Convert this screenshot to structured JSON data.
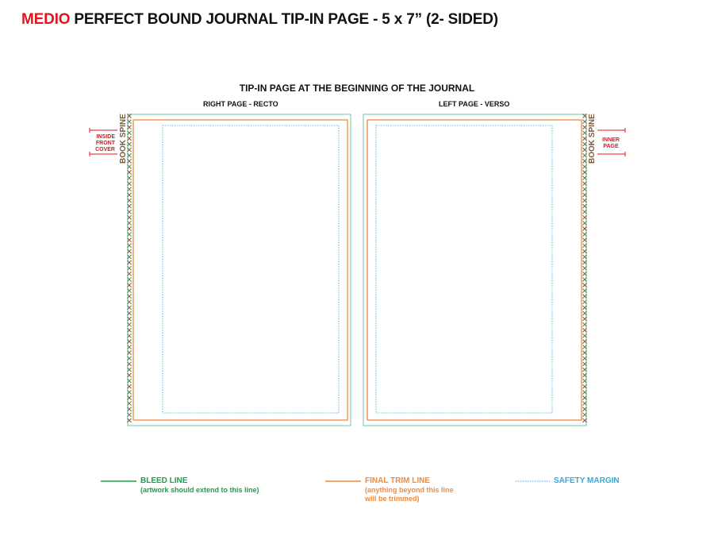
{
  "header": {
    "brand": "MEDIO",
    "title": " PERFECT BOUND JOURNAL TIP-IN PAGE - 5 x 7” (2- SIDED)"
  },
  "section_title": "TIP-IN PAGE AT THE BEGINNING OF THE JOURNAL",
  "pages": {
    "recto_label": "RIGHT PAGE - RECTO",
    "verso_label": "LEFT PAGE - VERSO"
  },
  "spine": {
    "label": "BOOK SPINE",
    "left_callout": [
      "INSIDE",
      "FRONT",
      "COVER"
    ],
    "right_callout": [
      "INNER",
      "PAGE"
    ]
  },
  "legend": {
    "bleed": {
      "title": "BLEED LINE",
      "note": "(artwork should extend to this line)"
    },
    "trim": {
      "title": "FINAL TRIM LINE",
      "note_line1": "(anything beyond this line",
      "note_line2": "will be trimmed)"
    },
    "safety": {
      "title": "SAFETY MARGIN"
    }
  },
  "colors": {
    "brand_red": "#e3141b",
    "bleed_green": "#1aa04a",
    "trim_orange": "#f08a3c",
    "safety_blue": "#2ca9e1",
    "spine_brown": "#7a5c3b",
    "callout_red": "#e3141b"
  }
}
